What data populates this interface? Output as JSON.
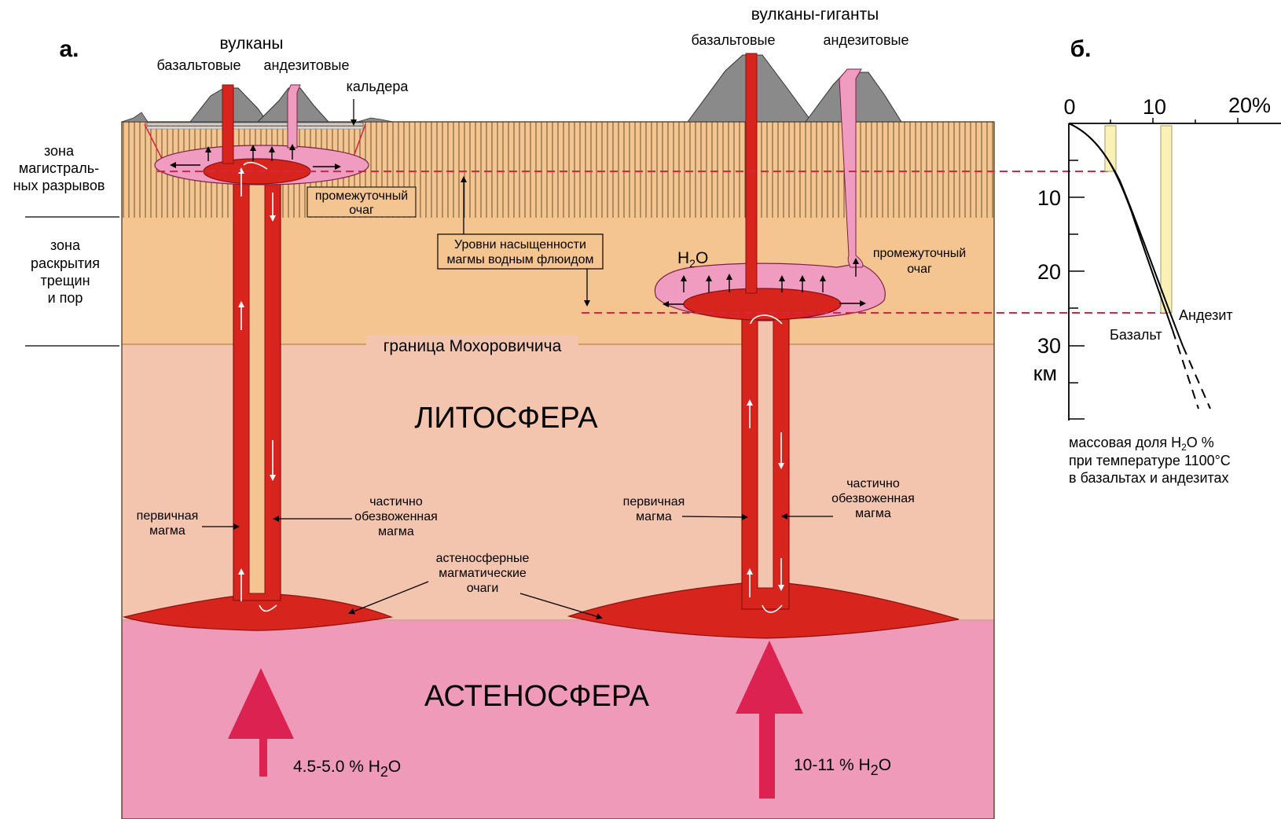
{
  "panel_a": {
    "letter": "а.",
    "left_group": {
      "title": "вулканы",
      "basalt": "базальтовые",
      "andesite": "андезитовые"
    },
    "right_group": {
      "title": "вулканы-гиганты",
      "basalt": "базальтовые",
      "andesite": "андезитовые"
    },
    "caldera": "кальдера",
    "zones": {
      "faults": [
        "зона",
        "магистраль-",
        "ных разрывов"
      ],
      "cracks": [
        "зона",
        "раскрытия",
        "трещин",
        "и пор"
      ]
    },
    "intermediate_chamber_left": [
      "промежуточный",
      "очаг"
    ],
    "intermediate_chamber_right": [
      "промежуточный",
      "очаг"
    ],
    "saturation_levels": [
      "Уровни насыщенности",
      "магмы водным флюидом"
    ],
    "h2o": {
      "main": "H",
      "sub": "2",
      "tail": "O"
    },
    "moho": "граница Мохоровичича",
    "lithosphere": "ЛИТОСФЕРА",
    "asthenosphere": "АСТЕНОСФЕРА",
    "primary_magma_left": [
      "первичная",
      "магма"
    ],
    "dehydrated_left": [
      "частично",
      "обезвоженная",
      "магма"
    ],
    "primary_magma_right": [
      "первичная",
      "магма"
    ],
    "dehydrated_right": [
      "частично",
      "обезвоженная",
      "магма"
    ],
    "asthenospheric_chambers": [
      "астеносферные",
      "магматические",
      "очаги"
    ],
    "water_left": {
      "main": "4.5-5.0 % H",
      "sub": "2",
      "tail": "O"
    },
    "water_right": {
      "main": "10-11 % H",
      "sub": "2",
      "tail": "O"
    }
  },
  "panel_b": {
    "letter": "б.",
    "x_ticks": [
      "0",
      "10",
      "20%"
    ],
    "y_ticks": [
      "10",
      "20",
      "30"
    ],
    "y_unit": "км",
    "andesite": "Андезит",
    "basalt": "Базальт",
    "caption": [
      "массовая доля  H",
      "2",
      "O %",
      "при температуре 1100°C",
      "в базальтах и андезитах"
    ]
  },
  "colors": {
    "crust": "#f4c591",
    "lithosphere": "#f4c5ae",
    "asthenosphere": "#f09aba",
    "magma": "#d7251d",
    "magma_dark": "#8c1010",
    "andesite_magma": "#f09cc0",
    "volcano": "#8a8a8a",
    "saturation_line": "#d7254a",
    "arrow": "#db2250",
    "solubility_band": "#fbf1b6"
  }
}
